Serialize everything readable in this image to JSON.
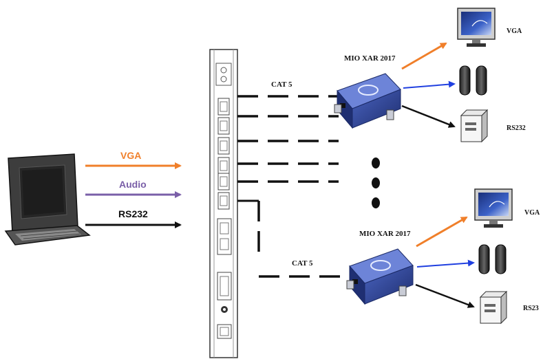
{
  "labels": {
    "vga": "VGA",
    "audio": "Audio",
    "rs232": "RS232",
    "cat5_top": "CAT 5",
    "cat5_bottom": "CAT 5",
    "receiver_top": "MIO XAR 2017",
    "receiver_bottom": "MIO XAR 2017",
    "out_vga_top": "VGA",
    "out_rs_top": "RS232",
    "out_vga_bottom": "VGA",
    "out_rs_bottom": "RS23"
  },
  "colors": {
    "vga": "#f07f2a",
    "audio": "#7a5fa8",
    "rs232": "#111111",
    "audio_out": "#1f3fe0",
    "receiver_body": "#2b3f8f",
    "cable": "#111111"
  },
  "icons": {
    "computer": "rugged-laptop-icon",
    "monitor": "monitor-icon",
    "speakers": "speakers-icon",
    "serial_device": "serial-device-box-icon"
  }
}
